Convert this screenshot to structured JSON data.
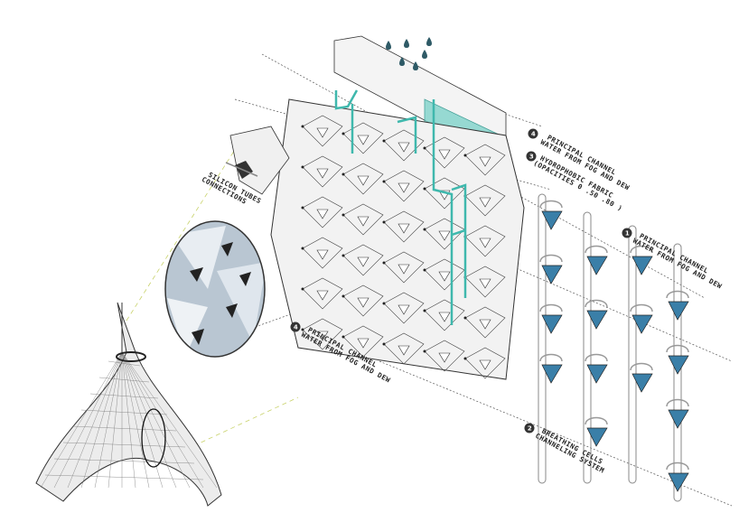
{
  "labels": {
    "principal_top": {
      "number": "4",
      "line1": "PRINCIPAL CHANNEL",
      "line2": "WATER FROM FOG AND DEW"
    },
    "hydrophobic": {
      "number": "3",
      "line1": "HYDROPHOBIC FABRIC",
      "line2": "(OPACITIES 0 .50 .80 )"
    },
    "principal_right": {
      "number": "1",
      "line1": "PRINCIPAL CHANNEL",
      "line2": "WATER FROM FOG AND DEW"
    },
    "principal_bottom": {
      "number": "4",
      "line1": "PRINCIPAL CHANNEL",
      "line2": "WATER FROM FOG AND DEW"
    },
    "breathing": {
      "number": "2",
      "line1": "BREATHING CELLS",
      "line2": "CHANNELING SYSTEM"
    },
    "silicon": {
      "line1": "SILICON TUBES",
      "line2": "CONNECTIONS"
    }
  },
  "colors": {
    "teal": "#3fb8ad",
    "cell_blue": "#3a7fa8",
    "dark": "#333333"
  }
}
